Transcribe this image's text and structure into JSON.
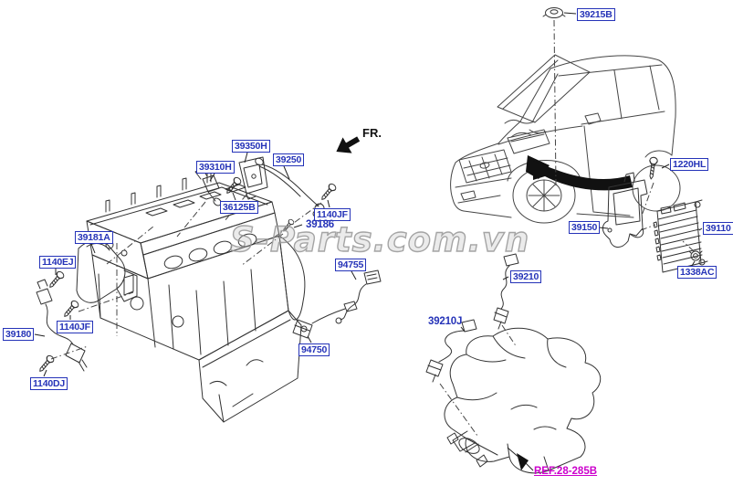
{
  "diagram": {
    "watermark": "S-Parts.com.vn",
    "direction_label": "FR.",
    "reference_label": "REF.28-285B"
  },
  "colors": {
    "label_blue": "#2533b8",
    "reference_magenta": "#cc00cc",
    "line_dark": "#333333",
    "watermark_gray": "#999999",
    "background": "#ffffff"
  },
  "icons": {
    "fr_arrow": "direction-arrow-icon",
    "location_arrow": "component-location-arrow-icon",
    "ref_arrow": "reference-pointer-arrow-icon"
  },
  "part_labels": [
    {
      "code": "39215B",
      "boxed": true
    },
    {
      "code": "39350H",
      "boxed": true
    },
    {
      "code": "39310H",
      "boxed": true
    },
    {
      "code": "39250",
      "boxed": true
    },
    {
      "code": "36125B",
      "boxed": true
    },
    {
      "code": "1140JF",
      "boxed": true
    },
    {
      "code": "39186",
      "boxed": false
    },
    {
      "code": "39181A",
      "boxed": true
    },
    {
      "code": "1140EJ",
      "boxed": true
    },
    {
      "code": "1140JF",
      "boxed": true
    },
    {
      "code": "39180",
      "boxed": true
    },
    {
      "code": "1140DJ",
      "boxed": true
    },
    {
      "code": "94755",
      "boxed": true
    },
    {
      "code": "94750",
      "boxed": true
    },
    {
      "code": "39210",
      "boxed": true
    },
    {
      "code": "39210J",
      "boxed": false
    },
    {
      "code": "39150",
      "boxed": true
    },
    {
      "code": "1220HL",
      "boxed": true
    },
    {
      "code": "39110",
      "boxed": true
    },
    {
      "code": "1338AC",
      "boxed": true
    }
  ]
}
